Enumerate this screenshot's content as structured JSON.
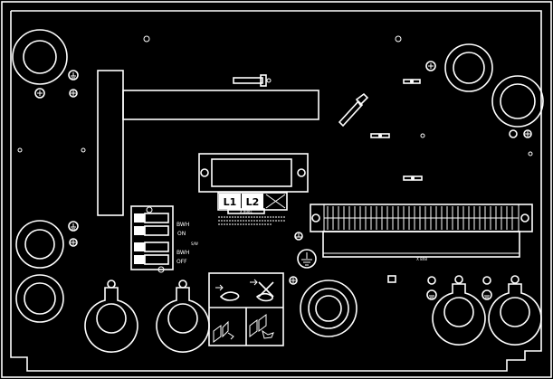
{
  "colors": {
    "background": "#000000",
    "line": "#ffffff"
  },
  "labels": {
    "phase_l1": "L1",
    "phase_l2": "L2",
    "warn_caption": "X 8081",
    "switch_on_label": "ON",
    "switch_off_label": "OFF",
    "switch_tag_top": "BWH",
    "switch_tag_bottom": "BWH",
    "switch_side_mark": "S/W",
    "terminal_strip_label": "X 8X8"
  },
  "icons": [
    "ground-icon",
    "screw-icon",
    "hand-warning-icon",
    "electric-hazard-icon"
  ]
}
